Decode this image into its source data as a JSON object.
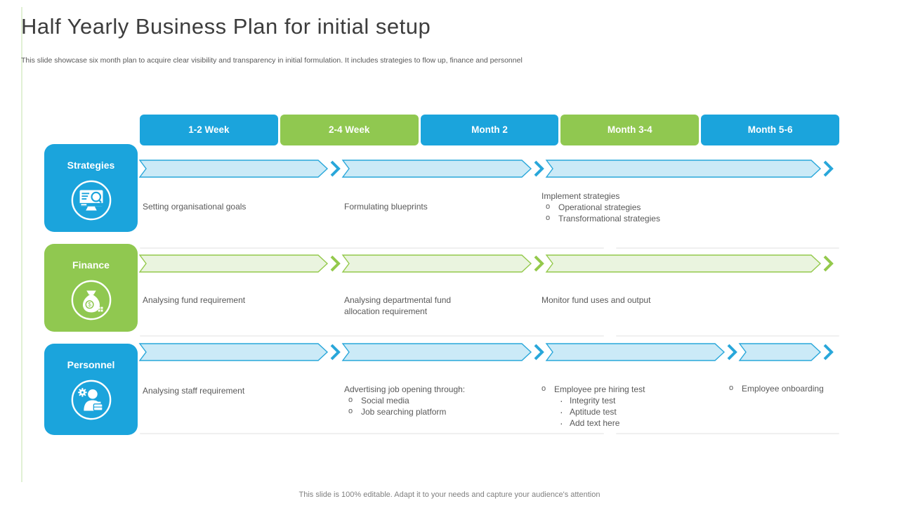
{
  "title": "Half Yearly Business Plan for initial setup",
  "subtitle": "This slide showcase six month plan to acquire clear visibility and transparency in initial formulation. It includes strategies to flow up, finance and personnel",
  "footer": "This slide is 100% editable. Adapt it to your needs and capture your audience's attention",
  "colors": {
    "blue": "#1BA4DC",
    "green": "#90C850",
    "arrow_blue_fill": "#CBEAF7",
    "arrow_blue_border": "#29A7DA",
    "arrow_green_fill": "#EAF4DF",
    "arrow_green_border": "#94C94C",
    "body_text": "#595959"
  },
  "timeline": {
    "headers": [
      {
        "label": "1-2 Week",
        "color": "#1BA4DC"
      },
      {
        "label": "2-4 Week",
        "color": "#90C850"
      },
      {
        "label": "Month 2",
        "color": "#1BA4DC"
      },
      {
        "label": "Month 3-4",
        "color": "#90C850"
      },
      {
        "label": "Month 5-6",
        "color": "#1BA4DC"
      }
    ]
  },
  "rows": [
    {
      "label": "Strategies",
      "icon": "monitor-search-icon",
      "color": "#1BA4DC",
      "arrow_segments": 3,
      "items": [
        {
          "text": "Setting organisational goals"
        },
        {
          "text": "Formulating blueprints"
        },
        {
          "text": "Implement strategies",
          "bullets": [
            "Operational strategies",
            "Transformational strategies"
          ]
        }
      ]
    },
    {
      "label": "Finance",
      "icon": "money-bag-icon",
      "color": "#90C850",
      "arrow_segments": 3,
      "items": [
        {
          "text": "Analysing fund requirement"
        },
        {
          "text": "Analysing departmental fund allocation requirement"
        },
        {
          "text": "Monitor fund uses and output"
        }
      ]
    },
    {
      "label": "Personnel",
      "icon": "employee-gear-icon",
      "color": "#1BA4DC",
      "arrow_segments": 4,
      "items": [
        {
          "text": "Analysing staff requirement"
        },
        {
          "text": "Advertising job opening through:",
          "bullets": [
            "Social media",
            "Job searching platform"
          ]
        },
        {
          "text": "Employee pre hiring test",
          "sub_bullets": [
            "Integrity test",
            "Aptitude test",
            "Add text here"
          ]
        },
        {
          "text": "Employee onboarding"
        }
      ]
    }
  ]
}
